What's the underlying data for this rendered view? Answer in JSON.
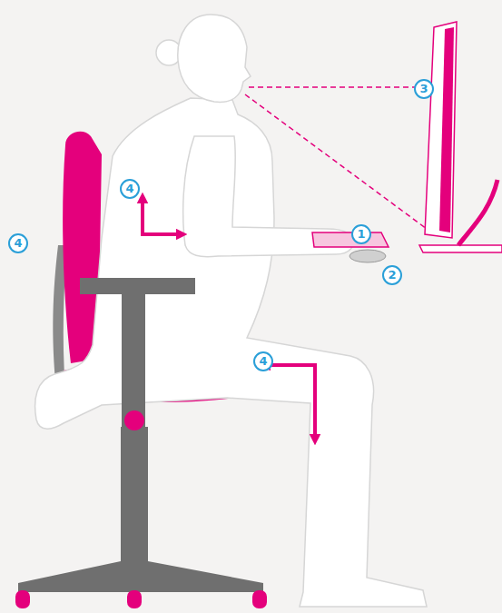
{
  "diagram": {
    "labels": [
      "3",
      "4",
      "1",
      "4",
      "2",
      "4"
    ]
  }
}
